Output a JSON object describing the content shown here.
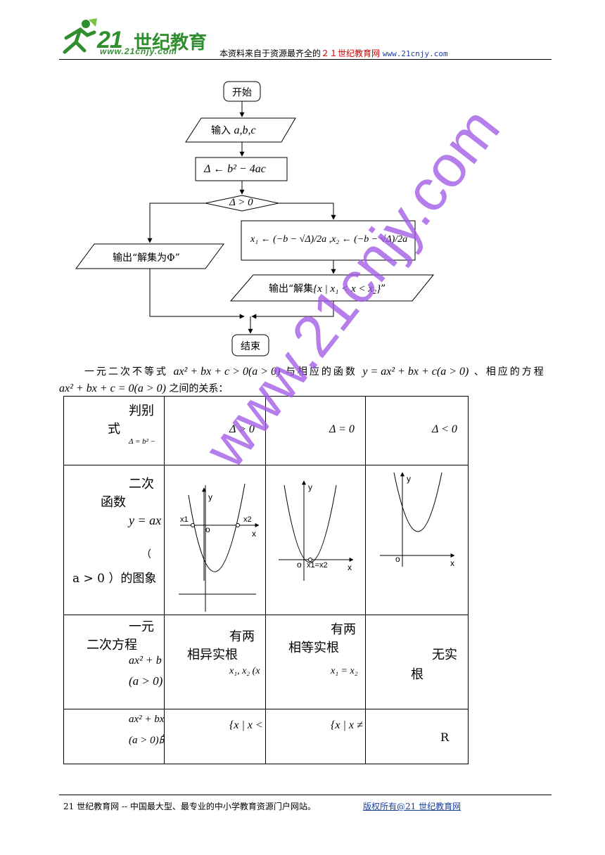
{
  "header": {
    "logo_number": "21",
    "logo_text": "世纪教育",
    "logo_url": "www.21cnjy.com",
    "source_prefix": "本资料来自于资源最齐全的",
    "source_site": "２１世纪教育网",
    "source_url": "www.21cnjy.com"
  },
  "flowchart": {
    "start": "开始",
    "input_label": "输入",
    "input_vars": "a,b,c",
    "assign": "Δ ← b² − 4ac",
    "condition": "Δ > 0",
    "roots": "x₁ ← (−b − √Δ)/2a ,x₂ ← (−b − √Δ)/2a",
    "output_empty": "输出“解集为Φ”",
    "output_set_prefix": "输出“解集",
    "output_set_math": "{x | x₁ < x < x₂}",
    "output_set_suffix": "”",
    "end": "结束"
  },
  "paragraph": {
    "line1_a": "一元二次不等式",
    "line1_m1": "ax² + bx + c > 0(a > 0)",
    "line1_b": "与相应的函数",
    "line1_m2": "y = ax² + bx + c(a > 0)",
    "line1_c": "、相应的方程",
    "line2_m": "ax² + bx + c = 0(a > 0)",
    "line2_b": "之间的关系："
  },
  "table": {
    "row1": {
      "h1": "判别",
      "h2": "式",
      "h3": "Δ = b² −",
      "c1": "Δ > 0",
      "c2": "Δ = 0",
      "c3": "Δ < 0"
    },
    "row2": {
      "h1": "二次",
      "h2": "函数",
      "h3": "y = ax",
      "h4": "（",
      "h5": "a > 0 ）的图象",
      "g1_y": "y",
      "g1_x": "x",
      "g1_o": "o",
      "g1_x1": "x1",
      "g1_x2": "x2",
      "g2_y": "y",
      "g2_x": "x",
      "g2_o": "o",
      "g2_root": "x1=x2",
      "g3_y": "y",
      "g3_x": "x",
      "g3_o": "o"
    },
    "row3": {
      "h1": "一元",
      "h2": "二次方程",
      "h3": "ax² + b",
      "h4": "(a > 0)",
      "c1a": "有两",
      "c1b": "相异实根",
      "c1c": "x₁, x₂ (x",
      "c2a": "有两",
      "c2b": "相等实根",
      "c2c": "x₁ = x₂",
      "c3a": "无实",
      "c3b": "根"
    },
    "row4": {
      "h1": "ax² + bx",
      "h2": "(a > 0)的",
      "c1": "{x | x < x",
      "c2": "{x | x ≠ −",
      "c3": "R"
    }
  },
  "watermark": "www.21cnjy.com",
  "footer": {
    "left": "21 世纪教育网 -- 中国最大型、最专业的中小学教育资源门户网站。",
    "right": "版权所有@21 世纪教育网"
  }
}
